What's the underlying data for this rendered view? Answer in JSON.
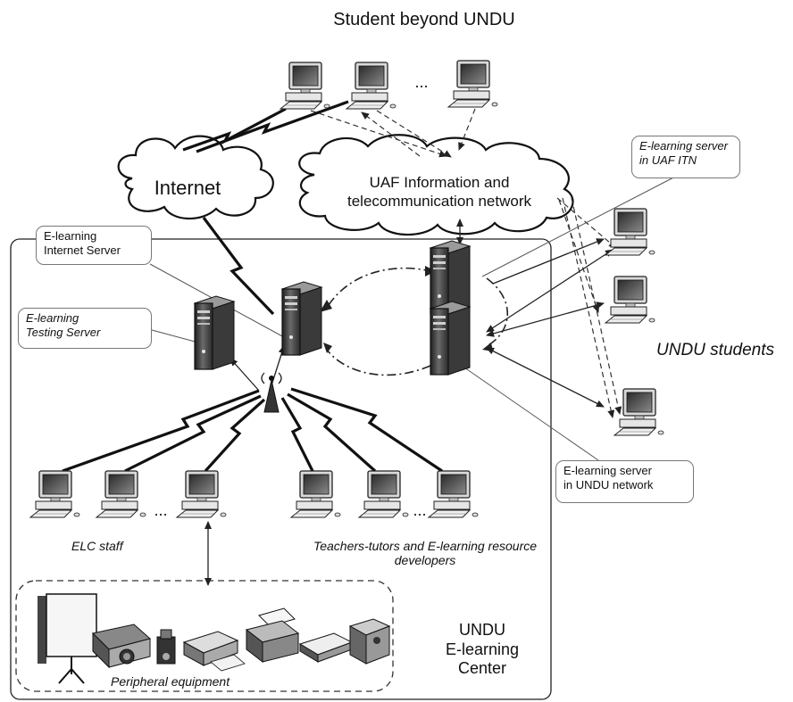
{
  "title": "Student beyond UNDU",
  "clouds": {
    "internet": "Internet",
    "uaf_line1": "UAF Information and",
    "uaf_line2": "telecommunication network"
  },
  "callouts": {
    "uaf_server_line1": "E-learning server",
    "uaf_server_line2": "in UAF ITN",
    "internet_server_line1": "E-learning",
    "internet_server_line2": "Internet Server",
    "testing_server_line1": "E-learning",
    "testing_server_line2": "Testing Server",
    "undu_server_line1": "E-learning server",
    "undu_server_line2": "in UNDU network"
  },
  "labels": {
    "undu_students": "UNDU students",
    "elc_staff": "ELC staff",
    "teachers_line1": "Teachers-tutors and E-learning resource",
    "teachers_line2": "developers",
    "peripheral": "Peripheral equipment",
    "center_line1": "UNDU",
    "center_line2": "E-learning",
    "center_line3": "Center"
  },
  "ellipsis": "..."
}
